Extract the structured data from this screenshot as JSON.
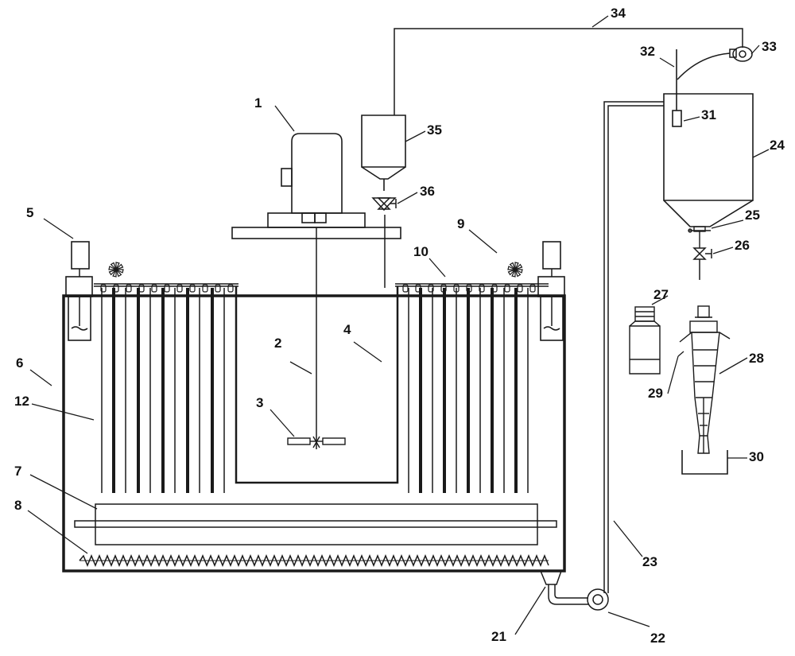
{
  "labels": {
    "l1": "1",
    "l2": "2",
    "l3": "3",
    "l4": "4",
    "l5": "5",
    "l6": "6",
    "l7": "7",
    "l8": "8",
    "l9": "9",
    "l10": "10",
    "l12": "12",
    "l21": "21",
    "l22": "22",
    "l23": "23",
    "l24": "24",
    "l25": "25",
    "l26": "26",
    "l27": "27",
    "l28": "28",
    "l29": "29",
    "l30": "30",
    "l31": "31",
    "l32": "32",
    "l33": "33",
    "l34": "34",
    "l35": "35",
    "l36": "36"
  },
  "colors": {
    "line": "#1a1a1a",
    "background": "#ffffff"
  }
}
